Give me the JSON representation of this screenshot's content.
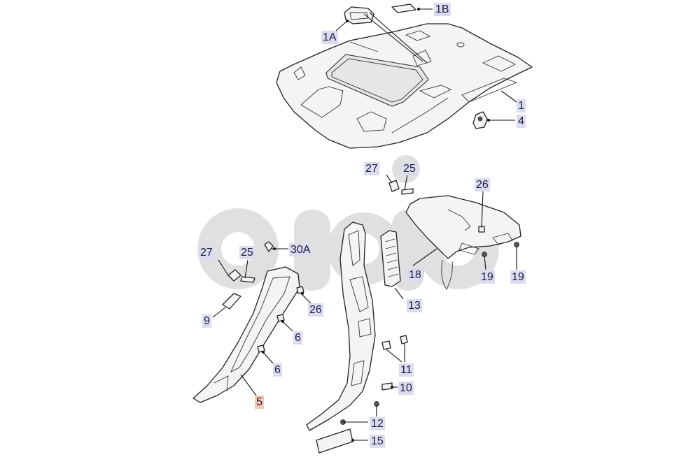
{
  "diagram": {
    "watermark": {
      "text": "eEuroparts"
    },
    "callouts": [
      {
        "id": "1A",
        "label": "1A"
      },
      {
        "id": "1B",
        "label": "1B"
      },
      {
        "id": "1",
        "label": "1"
      },
      {
        "id": "4",
        "label": "4"
      },
      {
        "id": "27a",
        "label": "27"
      },
      {
        "id": "25a",
        "label": "25"
      },
      {
        "id": "26a",
        "label": "26"
      },
      {
        "id": "18",
        "label": "18"
      },
      {
        "id": "19a",
        "label": "19"
      },
      {
        "id": "19b",
        "label": "19"
      },
      {
        "id": "13",
        "label": "13"
      },
      {
        "id": "27b",
        "label": "27"
      },
      {
        "id": "25b",
        "label": "25"
      },
      {
        "id": "30A",
        "label": "30A"
      },
      {
        "id": "9",
        "label": "9"
      },
      {
        "id": "26b",
        "label": "26"
      },
      {
        "id": "6a",
        "label": "6"
      },
      {
        "id": "6b",
        "label": "6"
      },
      {
        "id": "5",
        "label": "5",
        "highlight": "#f7c6b4"
      },
      {
        "id": "11",
        "label": "11"
      },
      {
        "id": "10",
        "label": "10"
      },
      {
        "id": "12",
        "label": "12"
      },
      {
        "id": "15",
        "label": "15"
      }
    ]
  }
}
